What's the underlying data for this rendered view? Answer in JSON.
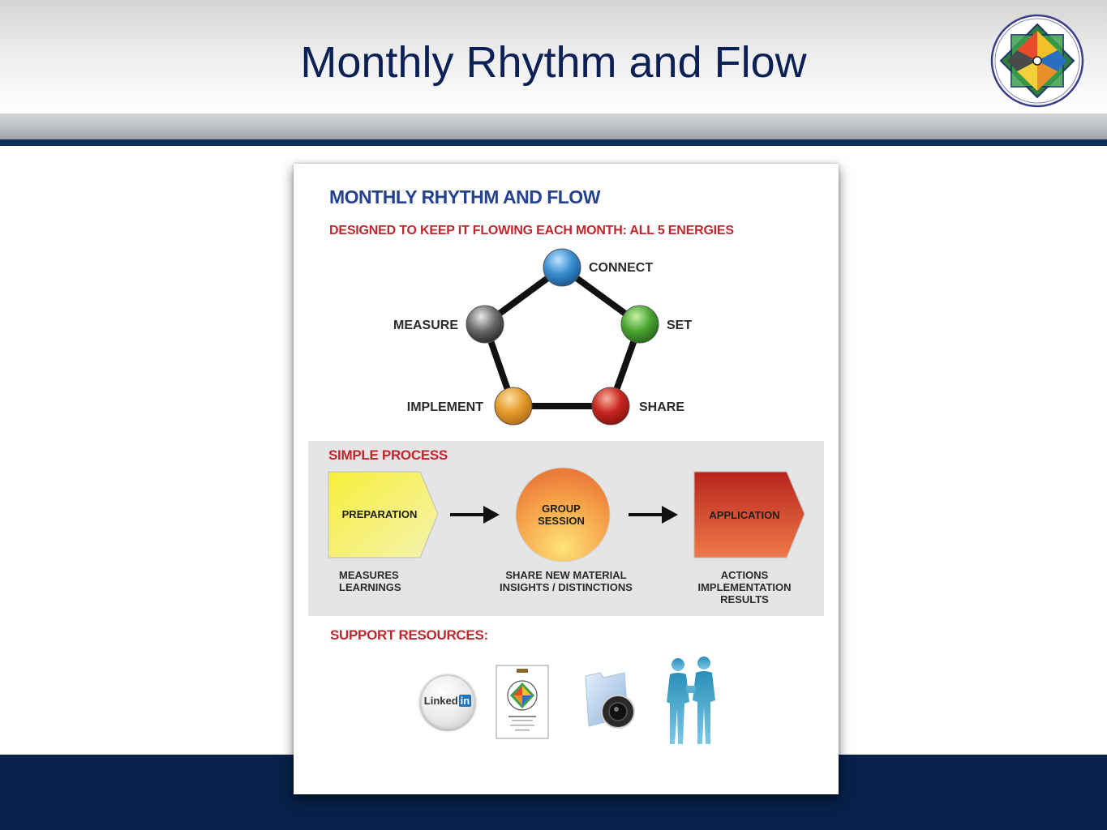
{
  "slide": {
    "title": "Monthly Rhythm and Flow"
  },
  "poster": {
    "title": "MONTHLY RHYTHM AND FLOW",
    "subtitle": "DESIGNED TO KEEP IT FLOWING EACH MONTH: ALL 5 ENERGIES",
    "energies": [
      {
        "label": "CONNECT",
        "color": "#3a8fd0"
      },
      {
        "label": "SET",
        "color": "#4aa632"
      },
      {
        "label": "SHARE",
        "color": "#c8261e"
      },
      {
        "label": "IMPLEMENT",
        "color": "#e59a2a"
      },
      {
        "label": "MEASURE",
        "color": "#6a6a6a"
      }
    ],
    "process": {
      "heading": "SIMPLE PROCESS",
      "steps": [
        {
          "label": "PREPARATION",
          "caption": [
            "MEASURES",
            "LEARNINGS"
          ],
          "color": "#f3e83a"
        },
        {
          "label_lines": [
            "GROUP",
            "SESSION"
          ],
          "caption": [
            "SHARE NEW MATERIAL",
            "INSIGHTS / DISTINCTIONS"
          ],
          "color": "#f29a3a"
        },
        {
          "label": "APPLICATION",
          "caption": [
            "ACTIONS",
            "IMPLEMENTATION",
            "RESULTS"
          ],
          "color": "#c93a2a"
        }
      ]
    },
    "resources": {
      "heading": "SUPPORT RESOURCES:",
      "linkedin": {
        "text": "Linked",
        "badge": "in"
      },
      "icons": [
        "linkedin-icon",
        "workbook-icon",
        "audio-folder-icon",
        "conversation-people-icon"
      ]
    }
  },
  "colors": {
    "title_blue": "#0b2155",
    "header_rule": "#0d2f5a",
    "footer": "#07214a",
    "accent_red": "#c0272d"
  }
}
